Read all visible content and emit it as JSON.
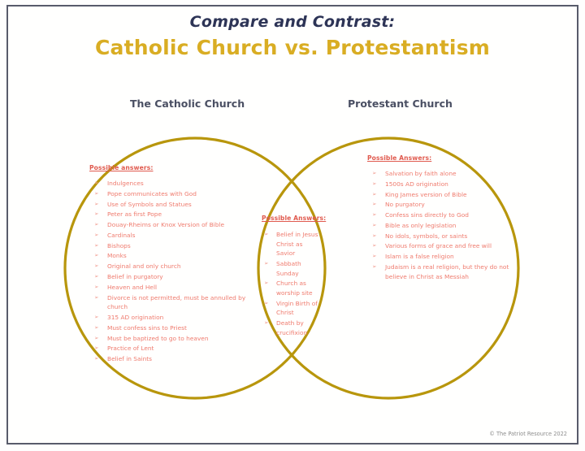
{
  "title": {
    "line1": "Compare and Contrast:",
    "line2": "Catholic Church vs. Protestantism",
    "accent_color": "#d9ad23",
    "line1_color": "#2d3456"
  },
  "diagram": {
    "type": "venn",
    "circle_stroke_color": "#b8960c",
    "text_color": "#ef7b6e",
    "left_caption": "The Catholic Church",
    "right_caption": "Protestant Church"
  },
  "left_set": {
    "heading": "Possible answers:",
    "items": [
      "Indulgences",
      "Pope communicates with God",
      "Use of Symbols and Statues",
      "Peter as first Pope",
      "Douay-Rheims or Knox Version of Bible",
      "Cardinals",
      "Bishops",
      "Monks",
      "Original and only church",
      "Belief in purgatory",
      "Heaven and Hell",
      "Divorce is not permitted, must be annulled by church",
      "315 AD origination",
      "Must confess sins to Priest",
      "Must be baptized to go to heaven",
      "Practice of Lent",
      "Belief in Saints"
    ]
  },
  "center_set": {
    "heading": "Possible Answers:",
    "items": [
      "Belief in Jesus Christ as Savior",
      "Sabbath Sunday",
      "Church as worship site",
      "Virgin Birth of Christ",
      "Death by crucifixion"
    ]
  },
  "right_set": {
    "heading": "Possible Answers:",
    "items": [
      "Salvation by faith alone",
      "1500s AD origination",
      "King James version of Bible",
      "No purgatory",
      "Confess sins directly to God",
      "Bible as only legislation",
      "No idols, symbols, or saints",
      "Various forms of grace and free will",
      "Islam is a false religion",
      "Judaism is a real religion, but they do not believe in Christ as Messiah"
    ]
  },
  "footer": {
    "copyright": "© The Patriot Resource 2022"
  },
  "icons": {
    "bullet": "➢"
  }
}
